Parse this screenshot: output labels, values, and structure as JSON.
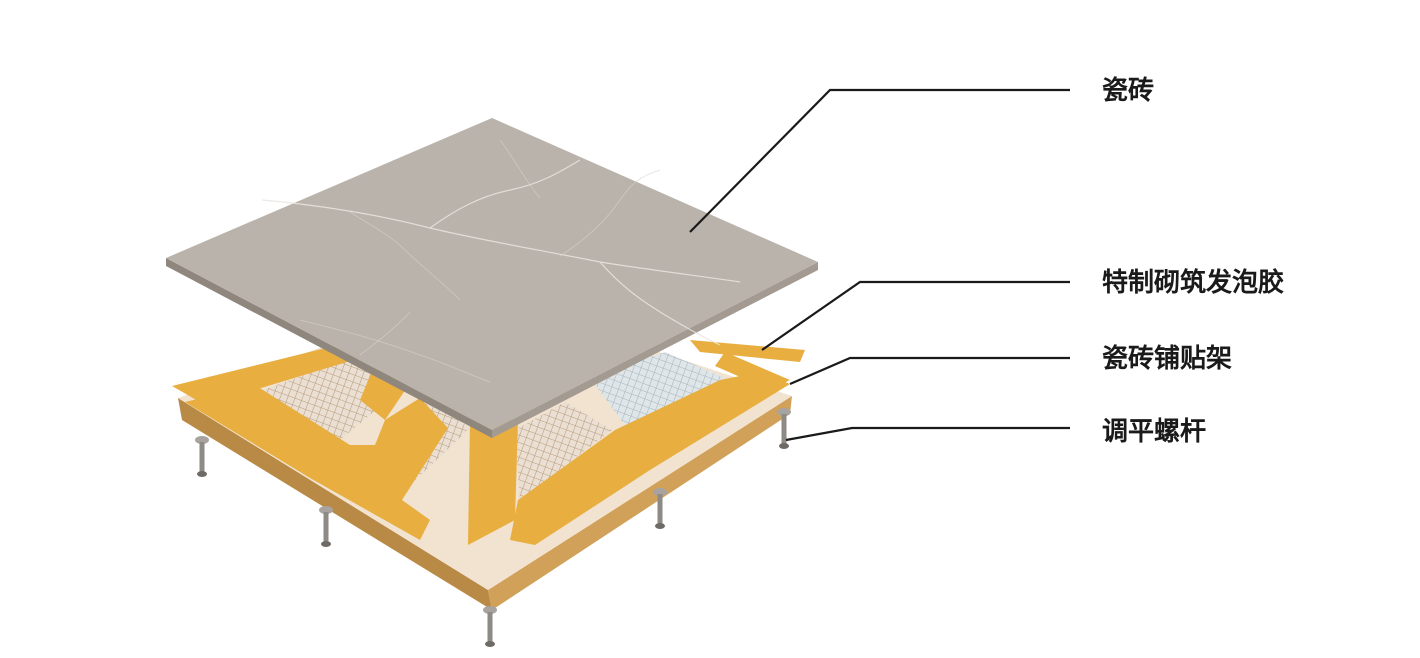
{
  "labels": {
    "tile": "瓷砖",
    "foam": "特制砌筑发泡胶",
    "frame": "瓷砖铺贴架",
    "bolt": "调平螺杆"
  },
  "colors": {
    "tile": "#b9b3ab",
    "foam": "#e8ae3f",
    "frame": "#d1a15a",
    "grid": "#e9dccd",
    "bolt": "#8e8a86",
    "leader": "#1a1a1a"
  }
}
